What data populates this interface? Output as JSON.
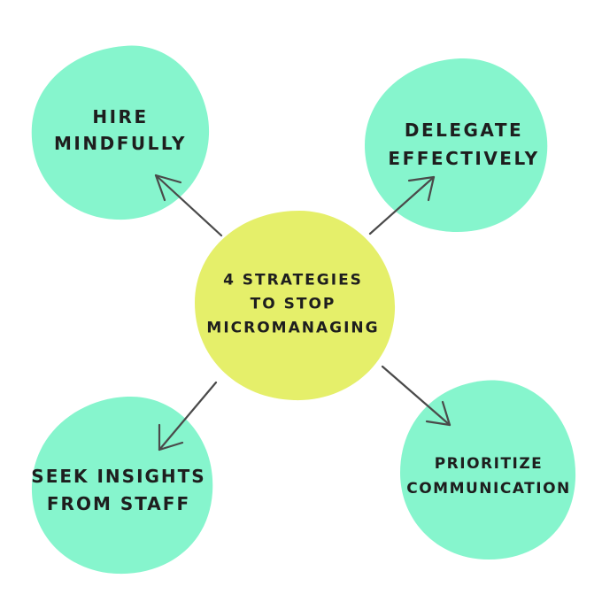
{
  "colors": {
    "center_fill": "#E5EF6A",
    "node_fill": "#86F5CD",
    "arrow": "#4a4a4a",
    "text": "#1e1e1e"
  },
  "center": {
    "line1": "4  STRATEGIES",
    "line2": "TO STOP",
    "line3": "MICROMANAGING"
  },
  "nodes": {
    "top_left": {
      "line1": "HIRE",
      "line2": "MINDFULLY"
    },
    "top_right": {
      "line1": "DELEGATE",
      "line2": "EFFECTIVELY"
    },
    "bottom_left": {
      "line1": "SEEK INSIGHTS",
      "line2": "FROM STAFF"
    },
    "bottom_right": {
      "line1": "PRIORITIZE",
      "line2": "COMMUNICATION"
    }
  }
}
